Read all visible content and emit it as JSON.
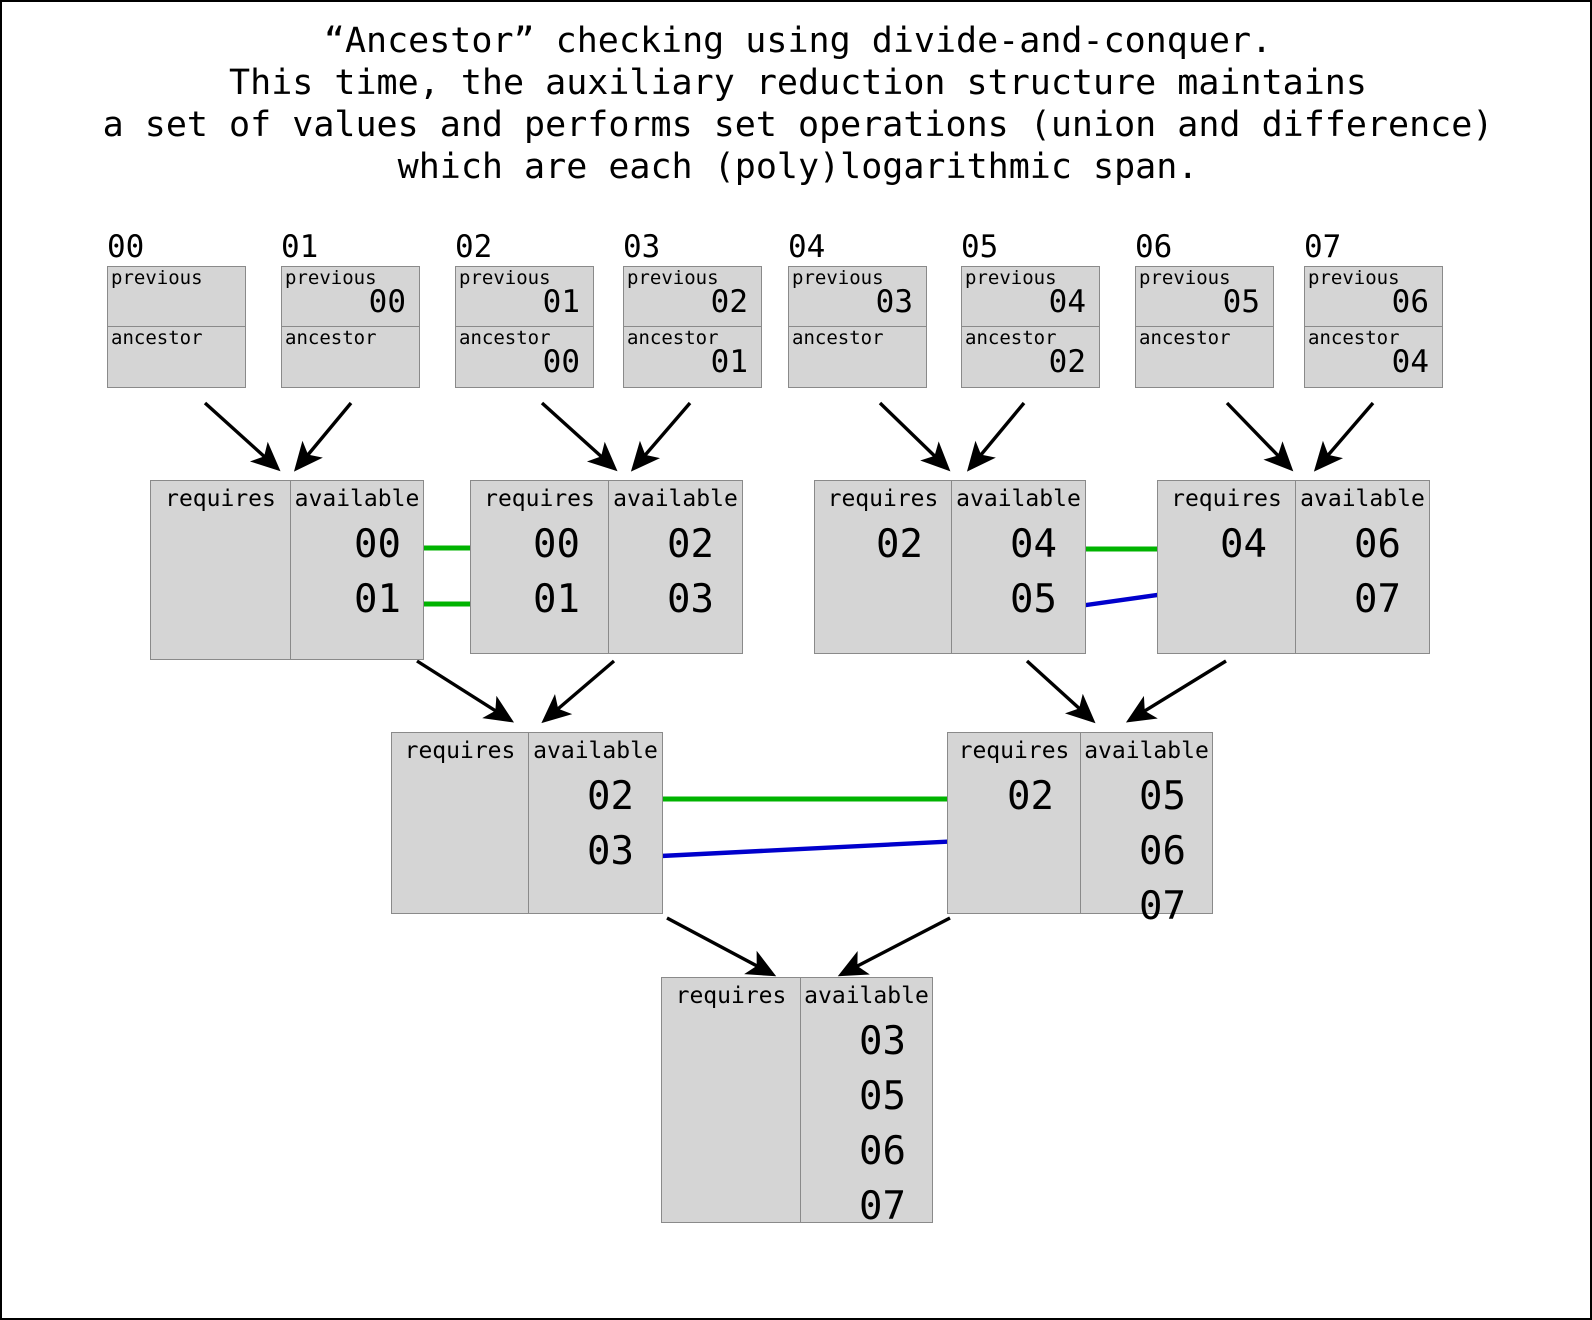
{
  "title": "“Ancestor” checking using divide-and-conquer.\nThis time, the auxiliary reduction structure maintains\na set of values and performs set operations (union and difference)\nwhich are each (poly)logarithmic span.",
  "colors": {
    "box_fill": "#d5d5d5",
    "box_border": "#8a8a8a",
    "arrow_black": "#000000",
    "link_green": "#00b300",
    "arrow_blue": "#0000cc",
    "page_border": "#000000",
    "background": "#ffffff"
  },
  "labels": {
    "previous": "previous",
    "ancestor": "ancestor",
    "requires": "requires",
    "available": "available"
  },
  "leaves": [
    {
      "index": "00",
      "previous": "",
      "ancestor": ""
    },
    {
      "index": "01",
      "previous": "00",
      "ancestor": ""
    },
    {
      "index": "02",
      "previous": "01",
      "ancestor": "00"
    },
    {
      "index": "03",
      "previous": "02",
      "ancestor": "01"
    },
    {
      "index": "04",
      "previous": "03",
      "ancestor": ""
    },
    {
      "index": "05",
      "previous": "04",
      "ancestor": "02"
    },
    {
      "index": "06",
      "previous": "05",
      "ancestor": ""
    },
    {
      "index": "07",
      "previous": "06",
      "ancestor": "04"
    }
  ],
  "level2": [
    {
      "id": "L2A",
      "requires": [],
      "available": [
        "00",
        "01"
      ]
    },
    {
      "id": "L2B",
      "requires": [
        "00",
        "01"
      ],
      "available": [
        "02",
        "03"
      ]
    },
    {
      "id": "L2C",
      "requires": [
        "02"
      ],
      "available": [
        "04",
        "05"
      ]
    },
    {
      "id": "L2D",
      "requires": [
        "04"
      ],
      "available": [
        "06",
        "07"
      ]
    }
  ],
  "level3": [
    {
      "id": "L3A",
      "requires": [],
      "available": [
        "02",
        "03"
      ]
    },
    {
      "id": "L3B",
      "requires": [
        "02"
      ],
      "available": [
        "05",
        "06",
        "07"
      ]
    }
  ],
  "root": {
    "id": "ROOT",
    "requires": [],
    "available": [
      "03",
      "05",
      "06",
      "07"
    ]
  },
  "links": {
    "green_matches": [
      {
        "from": "L2A.available.00",
        "to": "L2B.requires.00"
      },
      {
        "from": "L2A.available.01",
        "to": "L2B.requires.01"
      },
      {
        "from": "L2C.available.04",
        "to": "L2D.requires.04"
      },
      {
        "from": "L3A.available.02",
        "to": "L3B.requires.02"
      }
    ],
    "blue_arrows": [
      {
        "from": "L2C.available.05",
        "to": "L2D.available"
      },
      {
        "from": "L3A.available.03",
        "to": "L3B.available"
      }
    ]
  }
}
